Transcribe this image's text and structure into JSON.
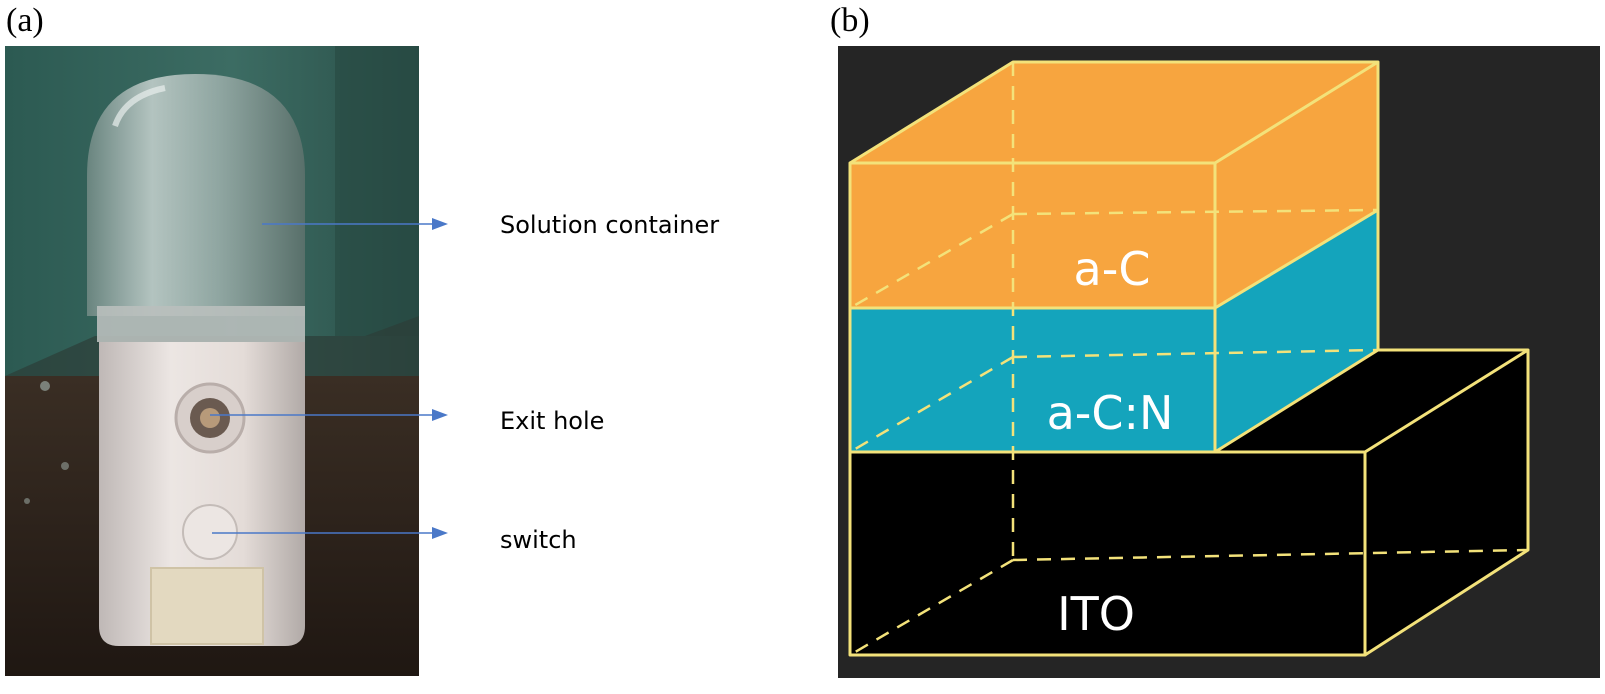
{
  "panels": {
    "a": {
      "label": "(a)",
      "annotations": {
        "solution_container": "Solution container",
        "exit_hole": "Exit hole",
        "switch": "switch"
      }
    },
    "b": {
      "label": "(b)",
      "layers": {
        "top": "a-C",
        "middle": "a-C:N",
        "bottom": "ITO"
      }
    }
  },
  "colors": {
    "arrow": "#4a78c8",
    "edge": "#f3e27a",
    "ac_layer": "#f7a53f",
    "acn_layer": "#14a4bc",
    "ito_layer": "#000000",
    "diagram_background": "#252525"
  }
}
